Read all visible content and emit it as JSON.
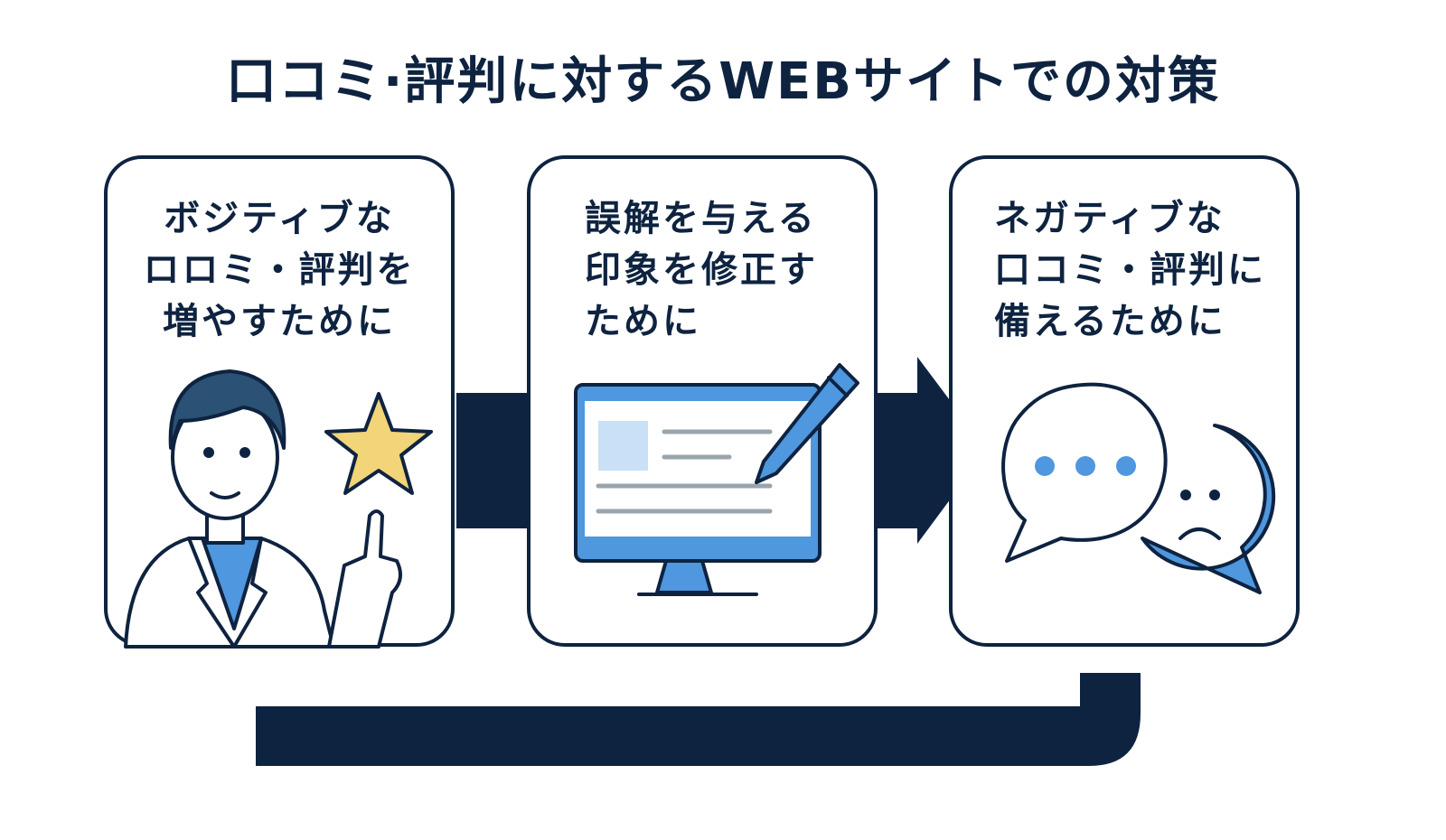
{
  "title": "口コミ·評判に対するWEBサイトでの対策",
  "boxes": [
    {
      "lines": [
        "ボジティブな",
        "ロロミ・評判を",
        "増やすために"
      ],
      "icon": "doctor-pointing-star-icon"
    },
    {
      "lines": [
        "誤解を与える",
        "印象を修正す",
        "ために"
      ],
      "icon": "monitor-pencil-icon"
    },
    {
      "lines": [
        "ネガティブな",
        "口コミ・評判に",
        "備えるために"
      ],
      "icon": "speech-bubbles-icon"
    }
  ],
  "colors": {
    "navy": "#0e2340",
    "blue": "#4f97de",
    "light_blue": "#c9e0f7",
    "star": "#f2d479"
  }
}
